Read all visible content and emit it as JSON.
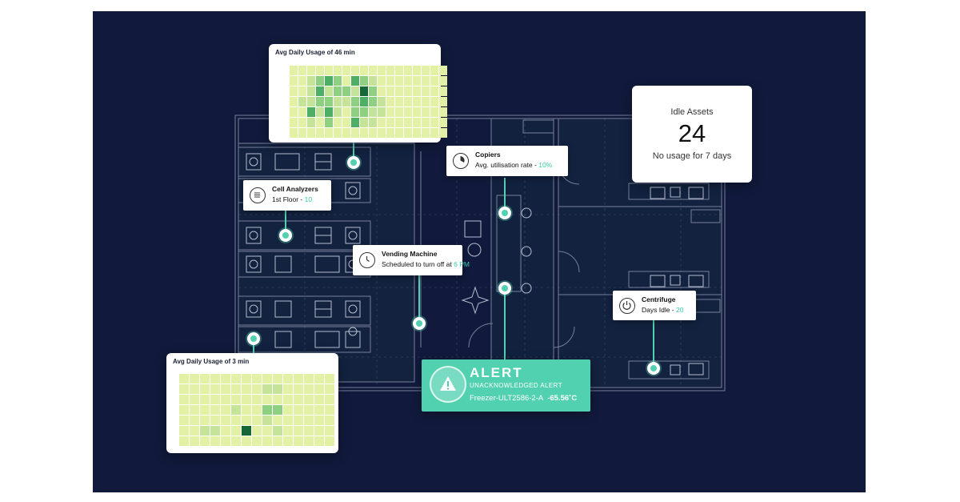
{
  "colors": {
    "accent": "#3ccaa7",
    "alert_bg": "#52d1b1",
    "background": "#111a3c",
    "heat_low": "#e3f1a6",
    "heat_high": "#166638"
  },
  "heatmap_top": {
    "title": "Avg Daily Usage of 46 min",
    "rows": [
      [
        0,
        0,
        0,
        0,
        0,
        0,
        0,
        0,
        0,
        0,
        0,
        0,
        0,
        0,
        0,
        0,
        0,
        0
      ],
      [
        0,
        0,
        1,
        2,
        3,
        2,
        0,
        3,
        2,
        1,
        0,
        0,
        0,
        0,
        0,
        0,
        0,
        0
      ],
      [
        0,
        0,
        1,
        3,
        1,
        2,
        2,
        1,
        4,
        2,
        0,
        0,
        0,
        0,
        0,
        0,
        0,
        0
      ],
      [
        0,
        1,
        1,
        2,
        2,
        1,
        1,
        2,
        3,
        2,
        1,
        0,
        0,
        0,
        0,
        0,
        0,
        0
      ],
      [
        0,
        0,
        3,
        1,
        3,
        1,
        0,
        2,
        2,
        1,
        1,
        0,
        0,
        0,
        0,
        0,
        0,
        0
      ],
      [
        0,
        0,
        1,
        0,
        2,
        0,
        0,
        3,
        1,
        1,
        0,
        0,
        0,
        0,
        0,
        0,
        0,
        0
      ],
      [
        0,
        0,
        0,
        0,
        0,
        0,
        0,
        0,
        0,
        0,
        0,
        0,
        0,
        0,
        0,
        0,
        0,
        0
      ]
    ]
  },
  "heatmap_bottom": {
    "title": "Avg Daily Usage of 3 min",
    "rows": [
      [
        0,
        0,
        0,
        0,
        0,
        0,
        0,
        0,
        0,
        0,
        0,
        0,
        0,
        0,
        0
      ],
      [
        0,
        0,
        0,
        0,
        0,
        0,
        0,
        0,
        1,
        1,
        0,
        0,
        0,
        0,
        0
      ],
      [
        0,
        0,
        0,
        0,
        0,
        0,
        0,
        0,
        0,
        0,
        0,
        0,
        0,
        0,
        0
      ],
      [
        0,
        0,
        0,
        0,
        0,
        1,
        0,
        0,
        2,
        2,
        0,
        0,
        0,
        0,
        0
      ],
      [
        0,
        0,
        0,
        0,
        0,
        0,
        0,
        0,
        1,
        0,
        0,
        0,
        0,
        0,
        0
      ],
      [
        0,
        0,
        1,
        1,
        0,
        0,
        4,
        0,
        0,
        1,
        0,
        0,
        0,
        0,
        0
      ],
      [
        0,
        0,
        0,
        0,
        0,
        0,
        0,
        0,
        0,
        0,
        0,
        0,
        0,
        0,
        0
      ]
    ]
  },
  "idle_assets": {
    "label": "Idle Assets",
    "count": "24",
    "subtitle": "No usage for 7 days"
  },
  "tooltips": {
    "cell_analyzers": {
      "title": "Cell Analyzers",
      "detail": "1st Floor - ",
      "value": "10",
      "icon": "list-icon"
    },
    "copiers": {
      "title": "Copiers",
      "detail": "Avg. utilisation rate - ",
      "value": "10%",
      "icon": "gauge-icon"
    },
    "vending_machine": {
      "title": "Vending Machine",
      "detail": "Scheduled to turn off at ",
      "value": "6 PM",
      "icon": "clock-icon"
    },
    "centrifuge": {
      "title": "Centrifuge",
      "detail": "Days Idle - ",
      "value": "20",
      "icon": "power-icon"
    }
  },
  "alert": {
    "heading": "ALERT",
    "status": "UNACKNOWLEDGED ALERT",
    "device": "Freezer-ULT2586-2-A",
    "reading": "-65.56˚C",
    "icon": "warning-icon"
  }
}
